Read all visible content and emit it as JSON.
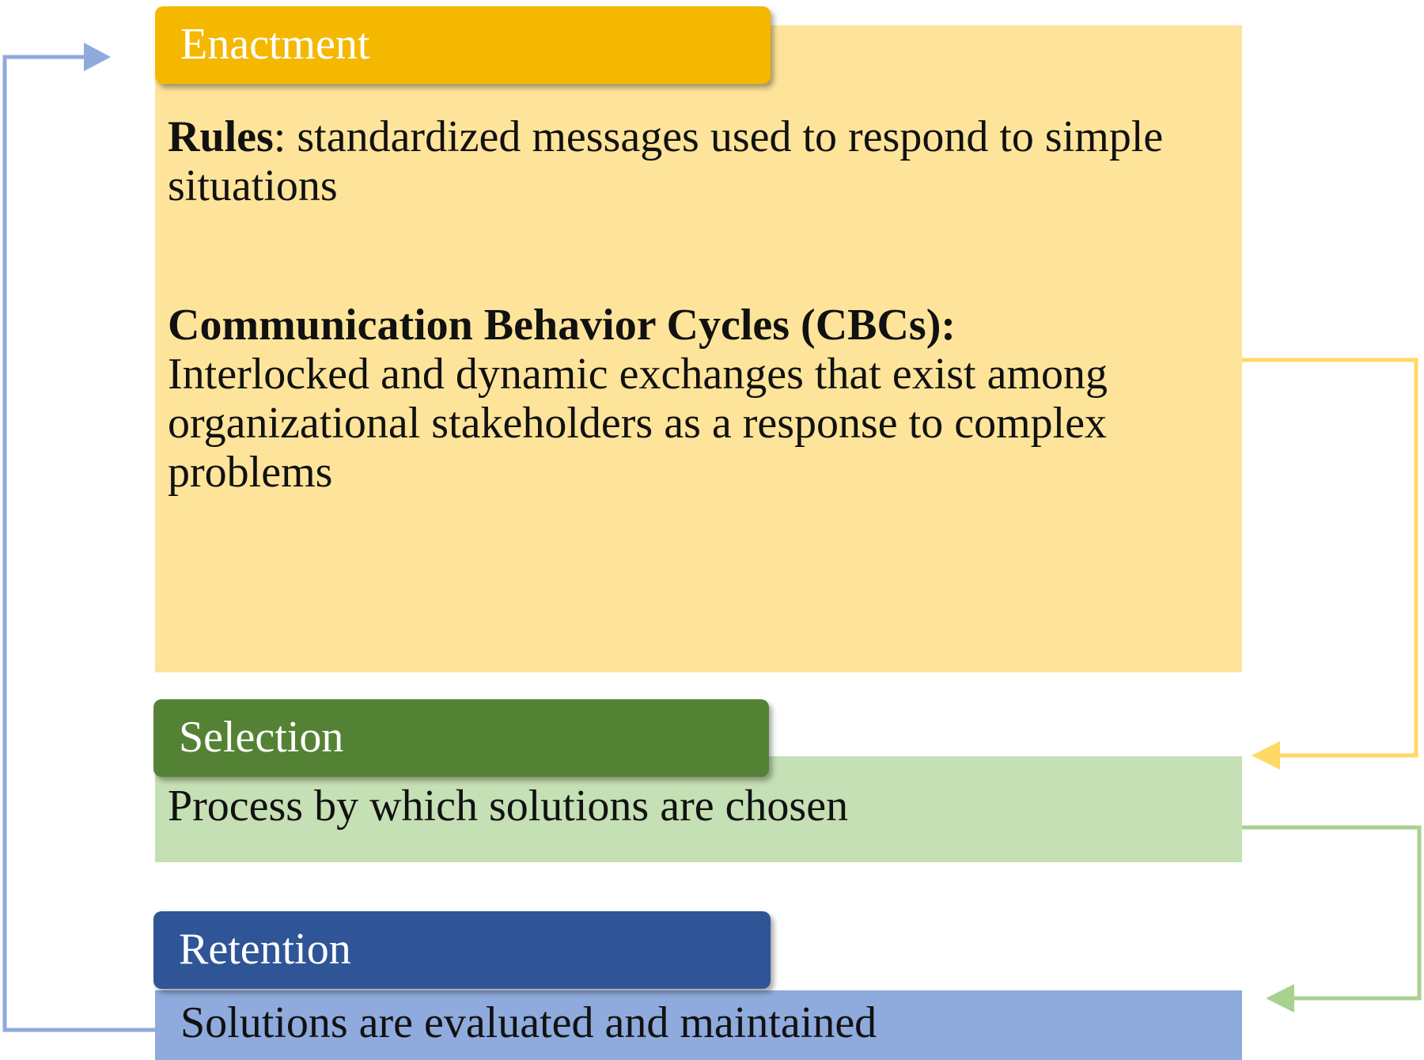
{
  "colors": {
    "enactment_header": "#F5B800",
    "enactment_body": "#FEE49A",
    "selection_header": "#548235",
    "selection_body": "#C5E0B4",
    "retention_header": "#2F5597",
    "retention_body": "#8FAADC",
    "arrow_blue": "#8FAADC",
    "arrow_yellow": "#FFD966",
    "arrow_green": "#A9D18E"
  },
  "enactment": {
    "title": "Enactment",
    "rules_label": "Rules",
    "rules_text": ": standardized messages used to respond to simple situations",
    "cbc_label": "Communication Behavior Cycles (CBCs):",
    "cbc_text": "Interlocked and dynamic exchanges that exist among organizational stakeholders as a response to complex problems"
  },
  "selection": {
    "title": "Selection",
    "text": "Process by which solutions are chosen"
  },
  "retention": {
    "title": "Retention",
    "text": "Solutions are evaluated and maintained"
  }
}
